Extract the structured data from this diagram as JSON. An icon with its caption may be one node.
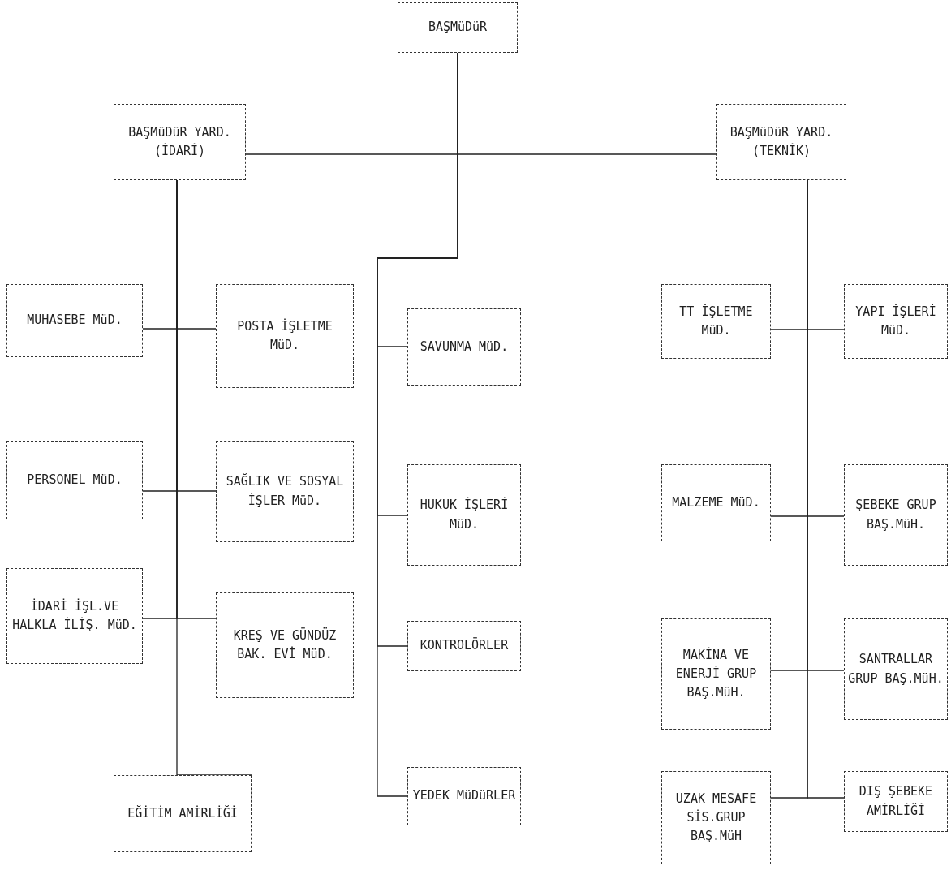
{
  "diagram": {
    "nodes": [
      {
        "text": [
          "BAŞMüDüR"
        ]
      },
      {
        "text": [
          "BAŞMüDüR YARD. (İDARİ)"
        ]
      },
      {
        "text": [
          "BAŞMüDüR YARD. (TEKNİK)"
        ]
      },
      {
        "text": [
          "MUHASEBE MüD."
        ]
      },
      {
        "text": [
          "POSTA İŞLETME MüD."
        ]
      },
      {
        "text": [
          "SAVUNMA MüD."
        ]
      },
      {
        "text": [
          "TT İŞLETME MüD."
        ]
      },
      {
        "text": [
          "YAPI İŞLERİ MüD."
        ]
      },
      {
        "text": [
          "PERSONEL MüD."
        ]
      },
      {
        "text": [
          "SAĞLIK VE SOSYAL İŞLER MüD."
        ]
      },
      {
        "text": [
          "HUKUK İŞLERİ MüD."
        ]
      },
      {
        "text": [
          "MALZEME MüD."
        ]
      },
      {
        "text": [
          "ŞEBEKE GRUP BAŞ.MüH."
        ]
      },
      {
        "text": [
          "İDARİ İŞL.VE HALKLA İLİŞ. MüD."
        ]
      },
      {
        "text": [
          "KREŞ VE GÜNDÜZ BAK. EVİ MüD."
        ]
      },
      {
        "text": [
          "KONTROLÖRLER"
        ]
      },
      {
        "text": [
          "MAKİNA VE ENERJİ GRUP BAŞ.MüH."
        ]
      },
      {
        "text": [
          "SANTRALLAR GRUP BAŞ.MüH."
        ]
      },
      {
        "text": [
          "EĞİTİM AMİRLİĞİ"
        ]
      },
      {
        "text": [
          "YEDEK MüDüRLER"
        ]
      },
      {
        "text": [
          "UZAK MESAFE SİS.GRUP BAŞ.MüH"
        ]
      },
      {
        "text": [
          "DIŞ ŞEBEKE AMİRLİĞİ"
        ]
      }
    ],
    "edges": [
      {
        "from": 0,
        "to": 1,
        "arrow": "none"
      },
      {
        "from": 0,
        "to": 2,
        "arrow": "none"
      },
      {
        "from": 0,
        "to": 5,
        "arrow": "none"
      },
      {
        "from": 0,
        "to": 10,
        "arrow": "none"
      },
      {
        "from": 0,
        "to": 15,
        "arrow": "none"
      },
      {
        "from": 0,
        "to": 19,
        "arrow": "none"
      },
      {
        "from": 1,
        "to": 3,
        "arrow": "none"
      },
      {
        "from": 1,
        "to": 4,
        "arrow": "none"
      },
      {
        "from": 1,
        "to": 8,
        "arrow": "none"
      },
      {
        "from": 1,
        "to": 9,
        "arrow": "none"
      },
      {
        "from": 1,
        "to": 13,
        "arrow": "none"
      },
      {
        "from": 1,
        "to": 14,
        "arrow": "none"
      },
      {
        "from": 1,
        "to": 18,
        "arrow": "none"
      },
      {
        "from": 2,
        "to": 6,
        "arrow": "none"
      },
      {
        "from": 2,
        "to": 7,
        "arrow": "none"
      },
      {
        "from": 2,
        "to": 11,
        "arrow": "none"
      },
      {
        "from": 2,
        "to": 12,
        "arrow": "none"
      },
      {
        "from": 2,
        "to": 16,
        "arrow": "none"
      },
      {
        "from": 2,
        "to": 17,
        "arrow": "none"
      },
      {
        "from": 2,
        "to": 20,
        "arrow": "none"
      },
      {
        "from": 2,
        "to": 21,
        "arrow": "none"
      }
    ]
  }
}
